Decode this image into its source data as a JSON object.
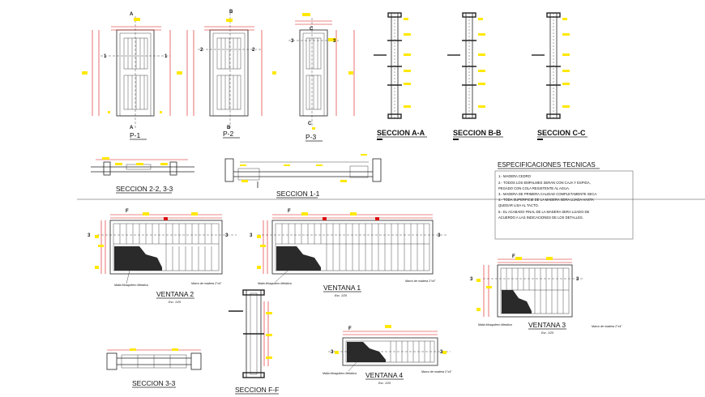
{
  "colors": {
    "dimension": "#dd1111",
    "highlight": "#ffe800",
    "line": "#222222",
    "background": "#ffffff"
  },
  "doors": [
    {
      "name": "P-1",
      "cut_left": "1",
      "cut_right": "1",
      "cut_top": "A",
      "cut_bottom": "A"
    },
    {
      "name": "P-2",
      "cut_left": "2",
      "cut_right": "2",
      "cut_top": "B",
      "cut_bottom": "B"
    },
    {
      "name": "P-3",
      "cut_left": "3",
      "cut_right": "3",
      "cut_top": "C",
      "cut_bottom": "C"
    }
  ],
  "sections": {
    "a": "SECCION A-A",
    "b": "SECCION B-B",
    "c": "SECCION C-C",
    "s22_33": "SECCION 2-2, 3-3",
    "s11": "SECCION 1-1",
    "s33": "SECCION 3-3",
    "sff": "SECCION F-F"
  },
  "specs": {
    "title": "ESPECIFICACIONES TECNICAS",
    "items": [
      "1.- MADERA CEDRO",
      "2.- TODOS LOS EMPALMES SERAN CON CAJA Y ESPIGA,",
      "     PEGADO CON COLA RESISTENTE AL AGUA.",
      "3.- MADERA DE PRIMERA CALIDAD COMPLETAMENTE SECA.",
      "4.- TODA SUPERFICIE DE LA MADERA SERA LIJADA HASTA",
      "     QUEDAR LISA AL TACTO.",
      "5.- EL ACABADO FINAL DE LA MADERA SERA LIJADO DE",
      "     ACUERDO A LAS INDICACIONES DE LOS DETALLES."
    ]
  },
  "windows": {
    "v1": {
      "name": "VENTANA 1",
      "scale": "Esc. 1/25",
      "note_left": "Malla Mosquitero Metalica",
      "note_right": "Marco de madera 2\"x4\"",
      "cut_f": "F",
      "cut_3": "3"
    },
    "v2": {
      "name": "VENTANA 2",
      "scale": "Esc. 1/25",
      "note_left": "Malla Mosquitero Metalica",
      "note_right": "Marco de madera 2\"x4\"",
      "cut_f": "F",
      "cut_3": "3"
    },
    "v3": {
      "name": "VENTANA 3",
      "scale": "Esc. 1/25",
      "note_left": "Malla Mosquitero Metalica",
      "note_right": "Marco de madera 2\"x4\"",
      "cut_f": "F",
      "cut_3": "3"
    },
    "v4": {
      "name": "VENTANA 4",
      "scale": "Esc. 1/25",
      "note_left": "Malla Mosquitero Metalica",
      "note_right": "Marco de madera 2\"x4\"",
      "cut_f": "F",
      "cut_3": "3"
    }
  }
}
